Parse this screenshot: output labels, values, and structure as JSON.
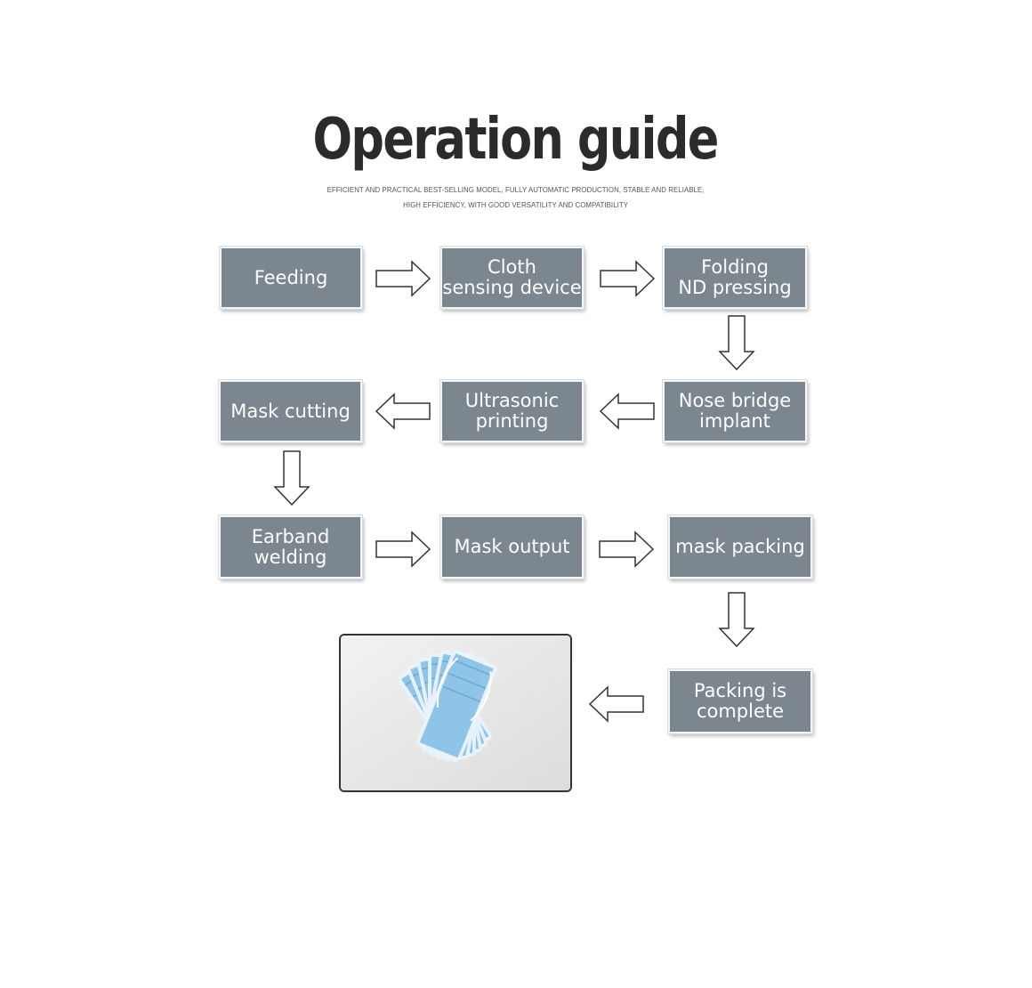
{
  "title": "Operation guide",
  "subtitle_line1": "EFFICIENT AND PRACTICAL BEST-SELLING MODEL, FULLY AUTOMATIC PRODUCTION, STABLE AND RELIABLE,",
  "subtitle_line2": "HIGH EFFICIENCY, WITH GOOD VERSATILITY AND COMPATIBILITY",
  "steps": {
    "feeding": "Feeding",
    "cloth_sensing": "Cloth\nsensing device",
    "folding": "Folding\nND pressing",
    "nose_bridge": "Nose bridge\nimplant",
    "ultrasonic": "Ultrasonic\nprinting",
    "mask_cutting": "Mask cutting",
    "earband": "Earband\nwelding",
    "mask_output": "Mask output",
    "mask_packing": "mask packing",
    "packing_complete": "Packing is\ncomplete"
  },
  "colors": {
    "box": "#7b868f",
    "box_text": "#ffffff",
    "title": "#2b2b2b",
    "mask_blue": "#8ec4e8"
  },
  "photo_subject": "packaged-masks-image"
}
